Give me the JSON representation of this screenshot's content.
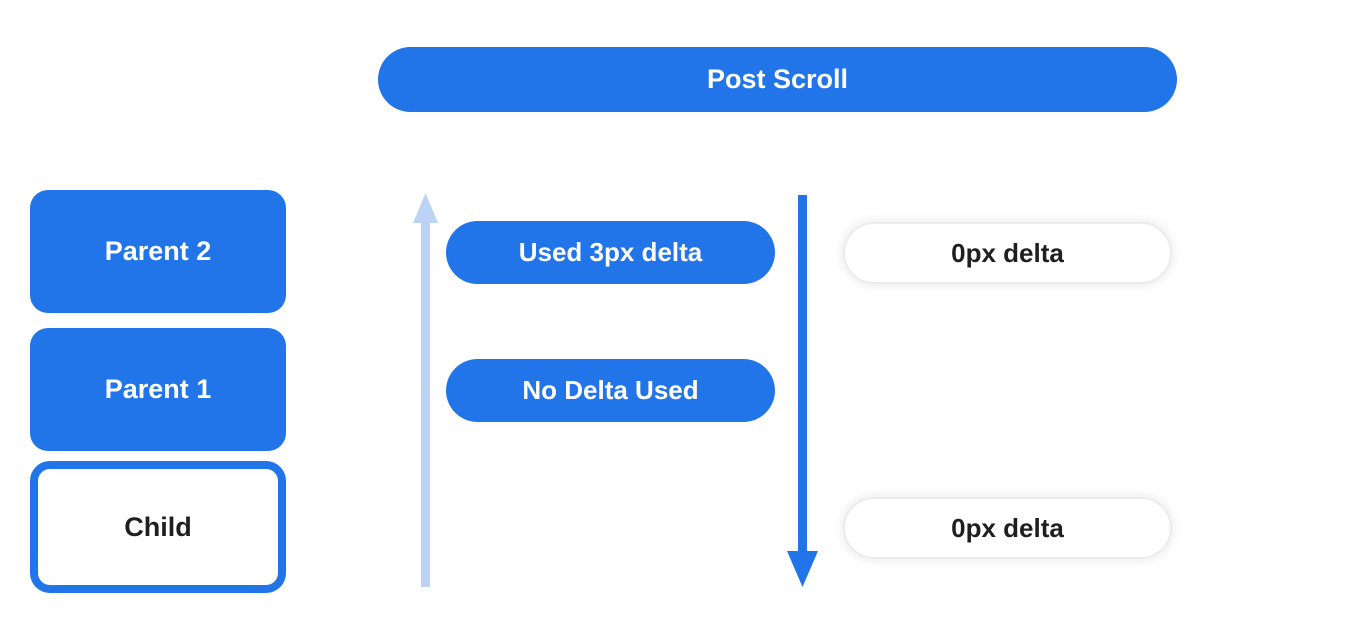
{
  "title": {
    "label": "Post Scroll"
  },
  "colors": {
    "primary_blue": "#2175e8",
    "light_blue_arrow": "#bdd3f6",
    "pill_border": "#ececec",
    "dark_text": "#1f1f1f",
    "white": "#ffffff"
  },
  "left_column": {
    "boxes": [
      {
        "label": "Parent 2",
        "variant": "filled"
      },
      {
        "label": "Parent 1",
        "variant": "filled"
      },
      {
        "label": "Child",
        "variant": "outlined"
      }
    ]
  },
  "middle_column": {
    "arrows": [
      {
        "name": "up-arrow",
        "direction": "up",
        "color": "#bdd3f6"
      },
      {
        "name": "down-arrow",
        "direction": "down",
        "color": "#2175e8"
      }
    ],
    "pills": [
      {
        "label": "Used 3px delta"
      },
      {
        "label": "No Delta Used"
      }
    ]
  },
  "right_column": {
    "pills": [
      {
        "label": "0px delta"
      },
      {
        "label": "0px delta"
      }
    ]
  }
}
